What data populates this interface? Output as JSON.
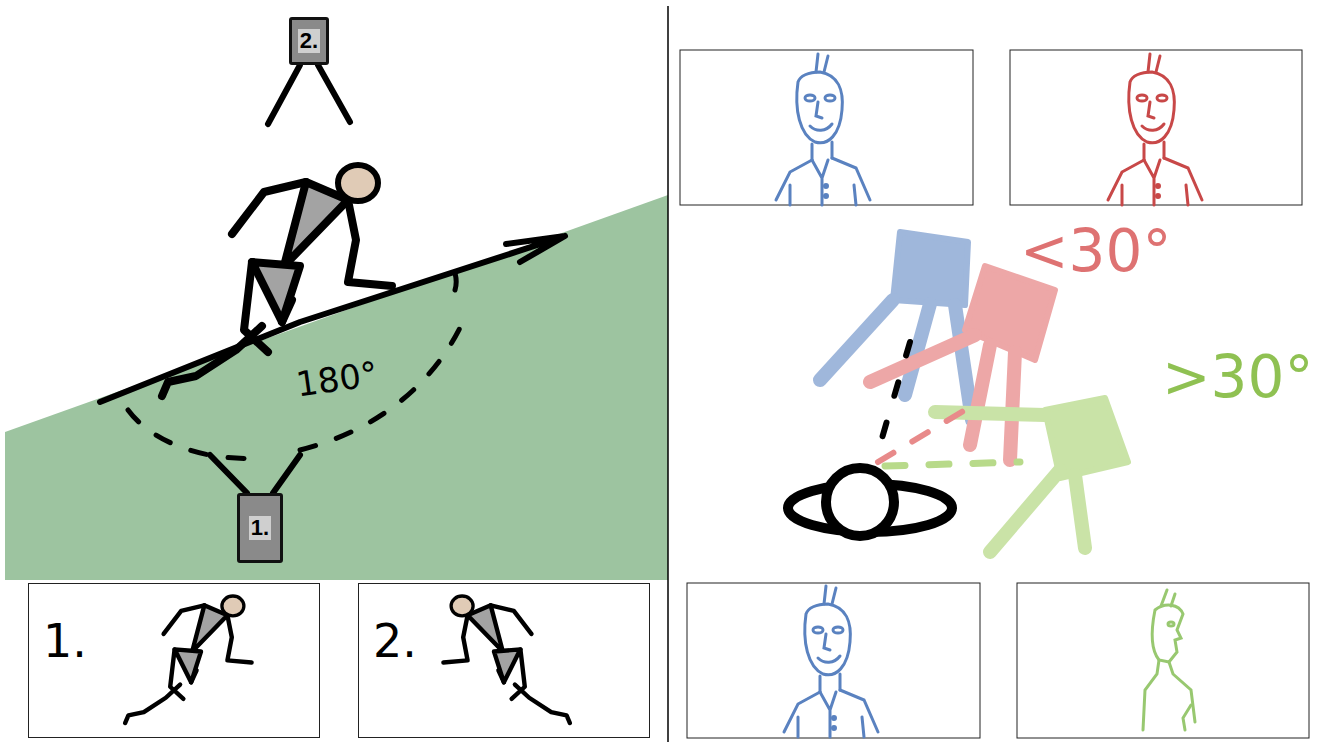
{
  "diagram": {
    "nodes": [
      {
        "text": [
          "2."
        ]
      },
      {
        "text": [
          "1."
        ]
      },
      {
        "text": [
          "1."
        ]
      },
      {
        "text": [
          "2."
        ]
      }
    ],
    "labels": [
      "180°",
      "<30°",
      ">30°"
    ]
  }
}
